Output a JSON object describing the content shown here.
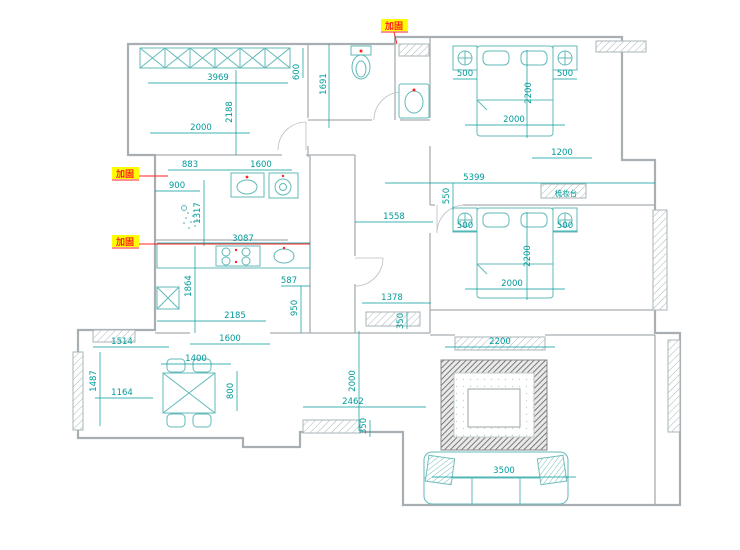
{
  "meta": {
    "type": "residential-floor-plan"
  },
  "colors": {
    "dimension": "#009a9a",
    "wall": "#a9aeb2",
    "fixture": "#63b9b9",
    "highlight_bg": "#ffff00",
    "highlight_text": "#ff2020"
  },
  "annotations": {
    "reinforce_top": "加固",
    "reinforce_mid": "加固",
    "reinforce_low": "加固",
    "dressing_table_label": "梳妆台"
  },
  "dims": {
    "closet_width": "3969",
    "closet_depth": "600",
    "bedroom1_length": "2188",
    "bedroom1_width": "2000",
    "bath_length": "1691",
    "bed1_nightstand_left": "500",
    "bed1_nightstand_right": "500",
    "bed1_length": "2200",
    "bed1_width": "2000",
    "bath2_left": "883",
    "bath2_right": "1600",
    "bath2_inner": "900",
    "bath2_depth": "1317",
    "hall_right": "1200",
    "hall_span": "5399",
    "hall_depth": "550",
    "bed2_entry": "1558",
    "bed2_nightstand_left": "500",
    "bed2_nightstand_right": "500",
    "bed2_length": "2200",
    "bed2_width": "2000",
    "kitchen_width": "3087",
    "kitchen_depth": "1864",
    "kitchen_a": "587",
    "kitchen_b": "950",
    "kitchen_c": "2185",
    "kitchen_opening": "1600",
    "corridor_width": "1378",
    "corridor_sill": "350",
    "dining_window": "1514",
    "dining_depth": "1487",
    "dining_left": "1164",
    "table_width": "1400",
    "table_depth": "800",
    "hall2_length": "2000",
    "hall2_width": "2462",
    "hall2_sill": "350",
    "living_window": "2200",
    "living_width": "3500"
  }
}
